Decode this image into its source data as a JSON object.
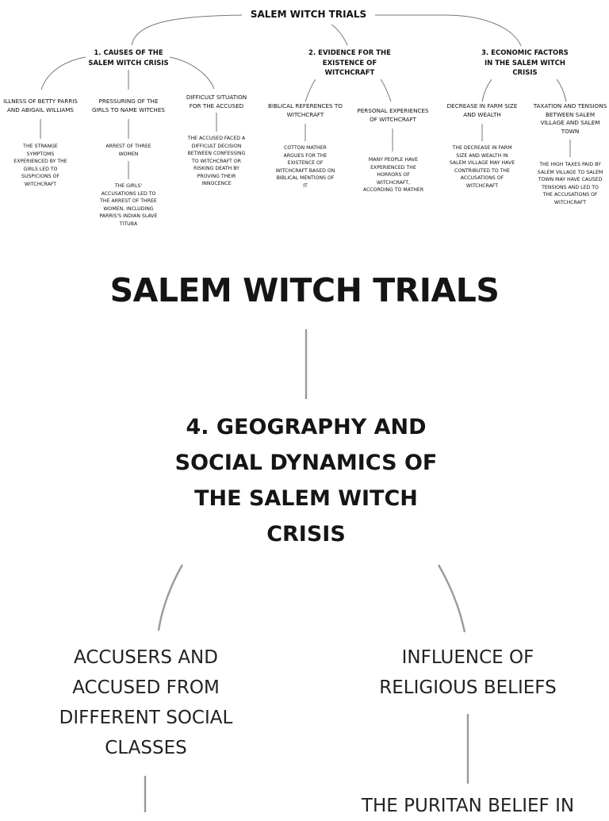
{
  "map1": {
    "title": "SALEM WITCH TRIALS",
    "branches": [
      {
        "label": "1. CAUSES OF THE SALEM WITCH CRISIS",
        "subs": [
          {
            "label": "ILLNESS OF BETTY PARRIS AND ABIGAIL WILLIAMS",
            "details": [
              "THE STRANGE SYMPTOMS EXPERIENCED BY THE GIRLS LED TO SUSPICIONS OF WITCHCRAFT"
            ]
          },
          {
            "label": "PRESSURING OF THE GIRLS TO NAME WITCHES",
            "details": [
              "ARREST OF THREE WOMEN",
              "THE GIRLS' ACCUSATIONS LED TO THE ARREST OF THREE WOMEN, INCLUDING PARRIS'S INDIAN SLAVE TITUBA"
            ]
          },
          {
            "label": "DIFFICULT SITUATION FOR THE ACCUSED",
            "details": [
              "THE ACCUSED FACED A DIFFICULT DECISION BETWEEN CONFESSING TO WITCHCRAFT OR RISKING DEATH BY PROVING THEIR INNOCENCE"
            ]
          }
        ]
      },
      {
        "label": "2. EVIDENCE FOR THE EXISTENCE OF WITCHCRAFT",
        "subs": [
          {
            "label": "BIBLICAL REFERENCES TO WITCHCRAFT",
            "details": [
              "COTTON MATHER ARGUES FOR THE EXISTENCE OF WITCHCRAFT BASED ON BIBLICAL MENTIONS OF IT"
            ]
          },
          {
            "label": "PERSONAL EXPERIENCES OF WITCHCRAFT",
            "details": [
              "MANY PEOPLE HAVE EXPERIENCED THE HORRORS OF WITCHCRAFT, ACCORDING TO MATHER"
            ]
          }
        ]
      },
      {
        "label": "3. ECONOMIC FACTORS IN THE SALEM WITCH CRISIS",
        "subs": [
          {
            "label": "DECREASE IN FARM SIZE AND WEALTH",
            "details": [
              "THE DECREASE IN FARM SIZE AND WEALTH IN SALEM VILLAGE MAY HAVE CONTRIBUTED TO THE ACCUSATIONS OF WITCHCRAFT"
            ]
          },
          {
            "label": "TAXATION AND TENSIONS BETWEEN SALEM VILLAGE AND SALEM TOWN",
            "details": [
              "THE HIGH TAXES PAID BY SALEM VILLAGE TO SALEM TOWN MAY HAVE CAUSED TENSIONS AND LED TO THE ACCUSATIONS OF WITCHCRAFT"
            ]
          }
        ]
      }
    ]
  },
  "map2": {
    "title": "SALEM WITCH TRIALS",
    "node": "4. GEOGRAPHY AND SOCIAL DYNAMICS OF THE SALEM WITCH CRISIS",
    "left": "ACCUSERS AND ACCUSED FROM DIFFERENT SOCIAL CLASSES",
    "right": "INFLUENCE OF RELIGIOUS BELIEFS",
    "right_child": "THE PURITAN BELIEF IN"
  }
}
